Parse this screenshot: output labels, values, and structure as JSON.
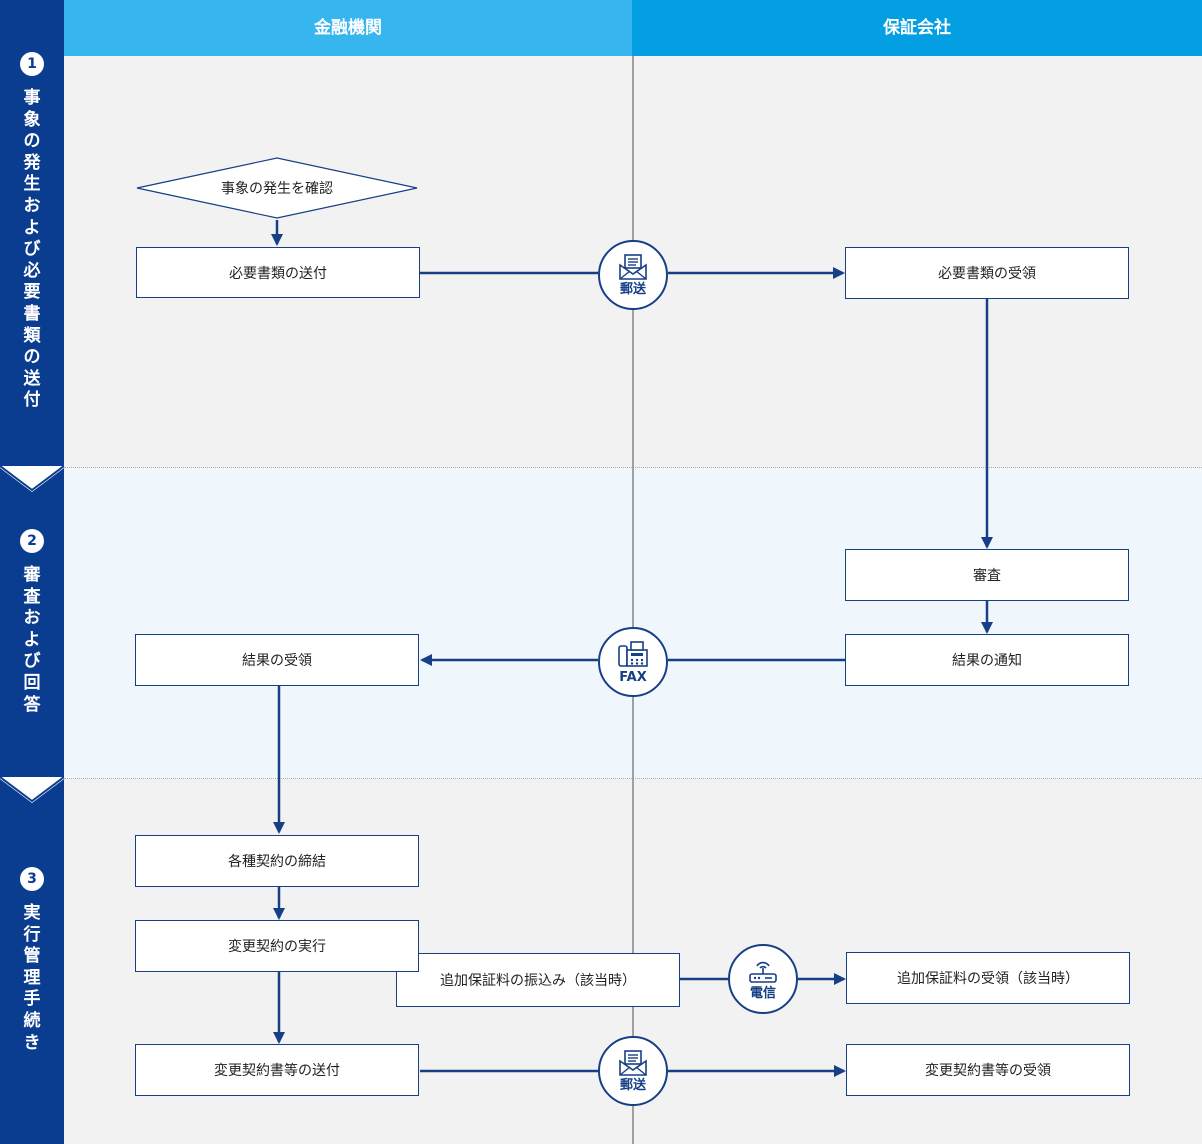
{
  "columns": {
    "bank": "金融機関",
    "guarantor": "保証会社"
  },
  "steps": [
    {
      "num": "1",
      "title": "事象の発生および必要書類の送付"
    },
    {
      "num": "2",
      "title": "審査および回答"
    },
    {
      "num": "3",
      "title": "実行管理手続き"
    }
  ],
  "nodes": {
    "confirm_event": "事象の発生を確認",
    "send_docs": "必要書類の送付",
    "receive_docs": "必要書類の受領",
    "review": "審査",
    "notify_result": "結果の通知",
    "receive_result": "結果の受領",
    "conclude_contracts": "各種契約の締結",
    "execute_change": "変更契約の実行",
    "transfer_fee": "追加保証料の振込み（該当時）",
    "receive_fee": "追加保証料の受領（該当時）",
    "send_change_docs": "変更契約書等の送付",
    "receive_change_docs": "変更契約書等の受領"
  },
  "channels": {
    "mail_1": "郵送",
    "fax": "FAX",
    "wire": "電信",
    "mail_2": "郵送"
  },
  "icons": {
    "mail": "envelope-icon",
    "fax": "fax-icon",
    "wire": "router-icon"
  },
  "colors": {
    "sidebar": "#0a3d8f",
    "header_bank": "#37b5ee",
    "header_guarantor": "#049fe2",
    "band_gray": "#f2f2f2",
    "band_blue": "#eff7fd",
    "line": "#163f86"
  }
}
